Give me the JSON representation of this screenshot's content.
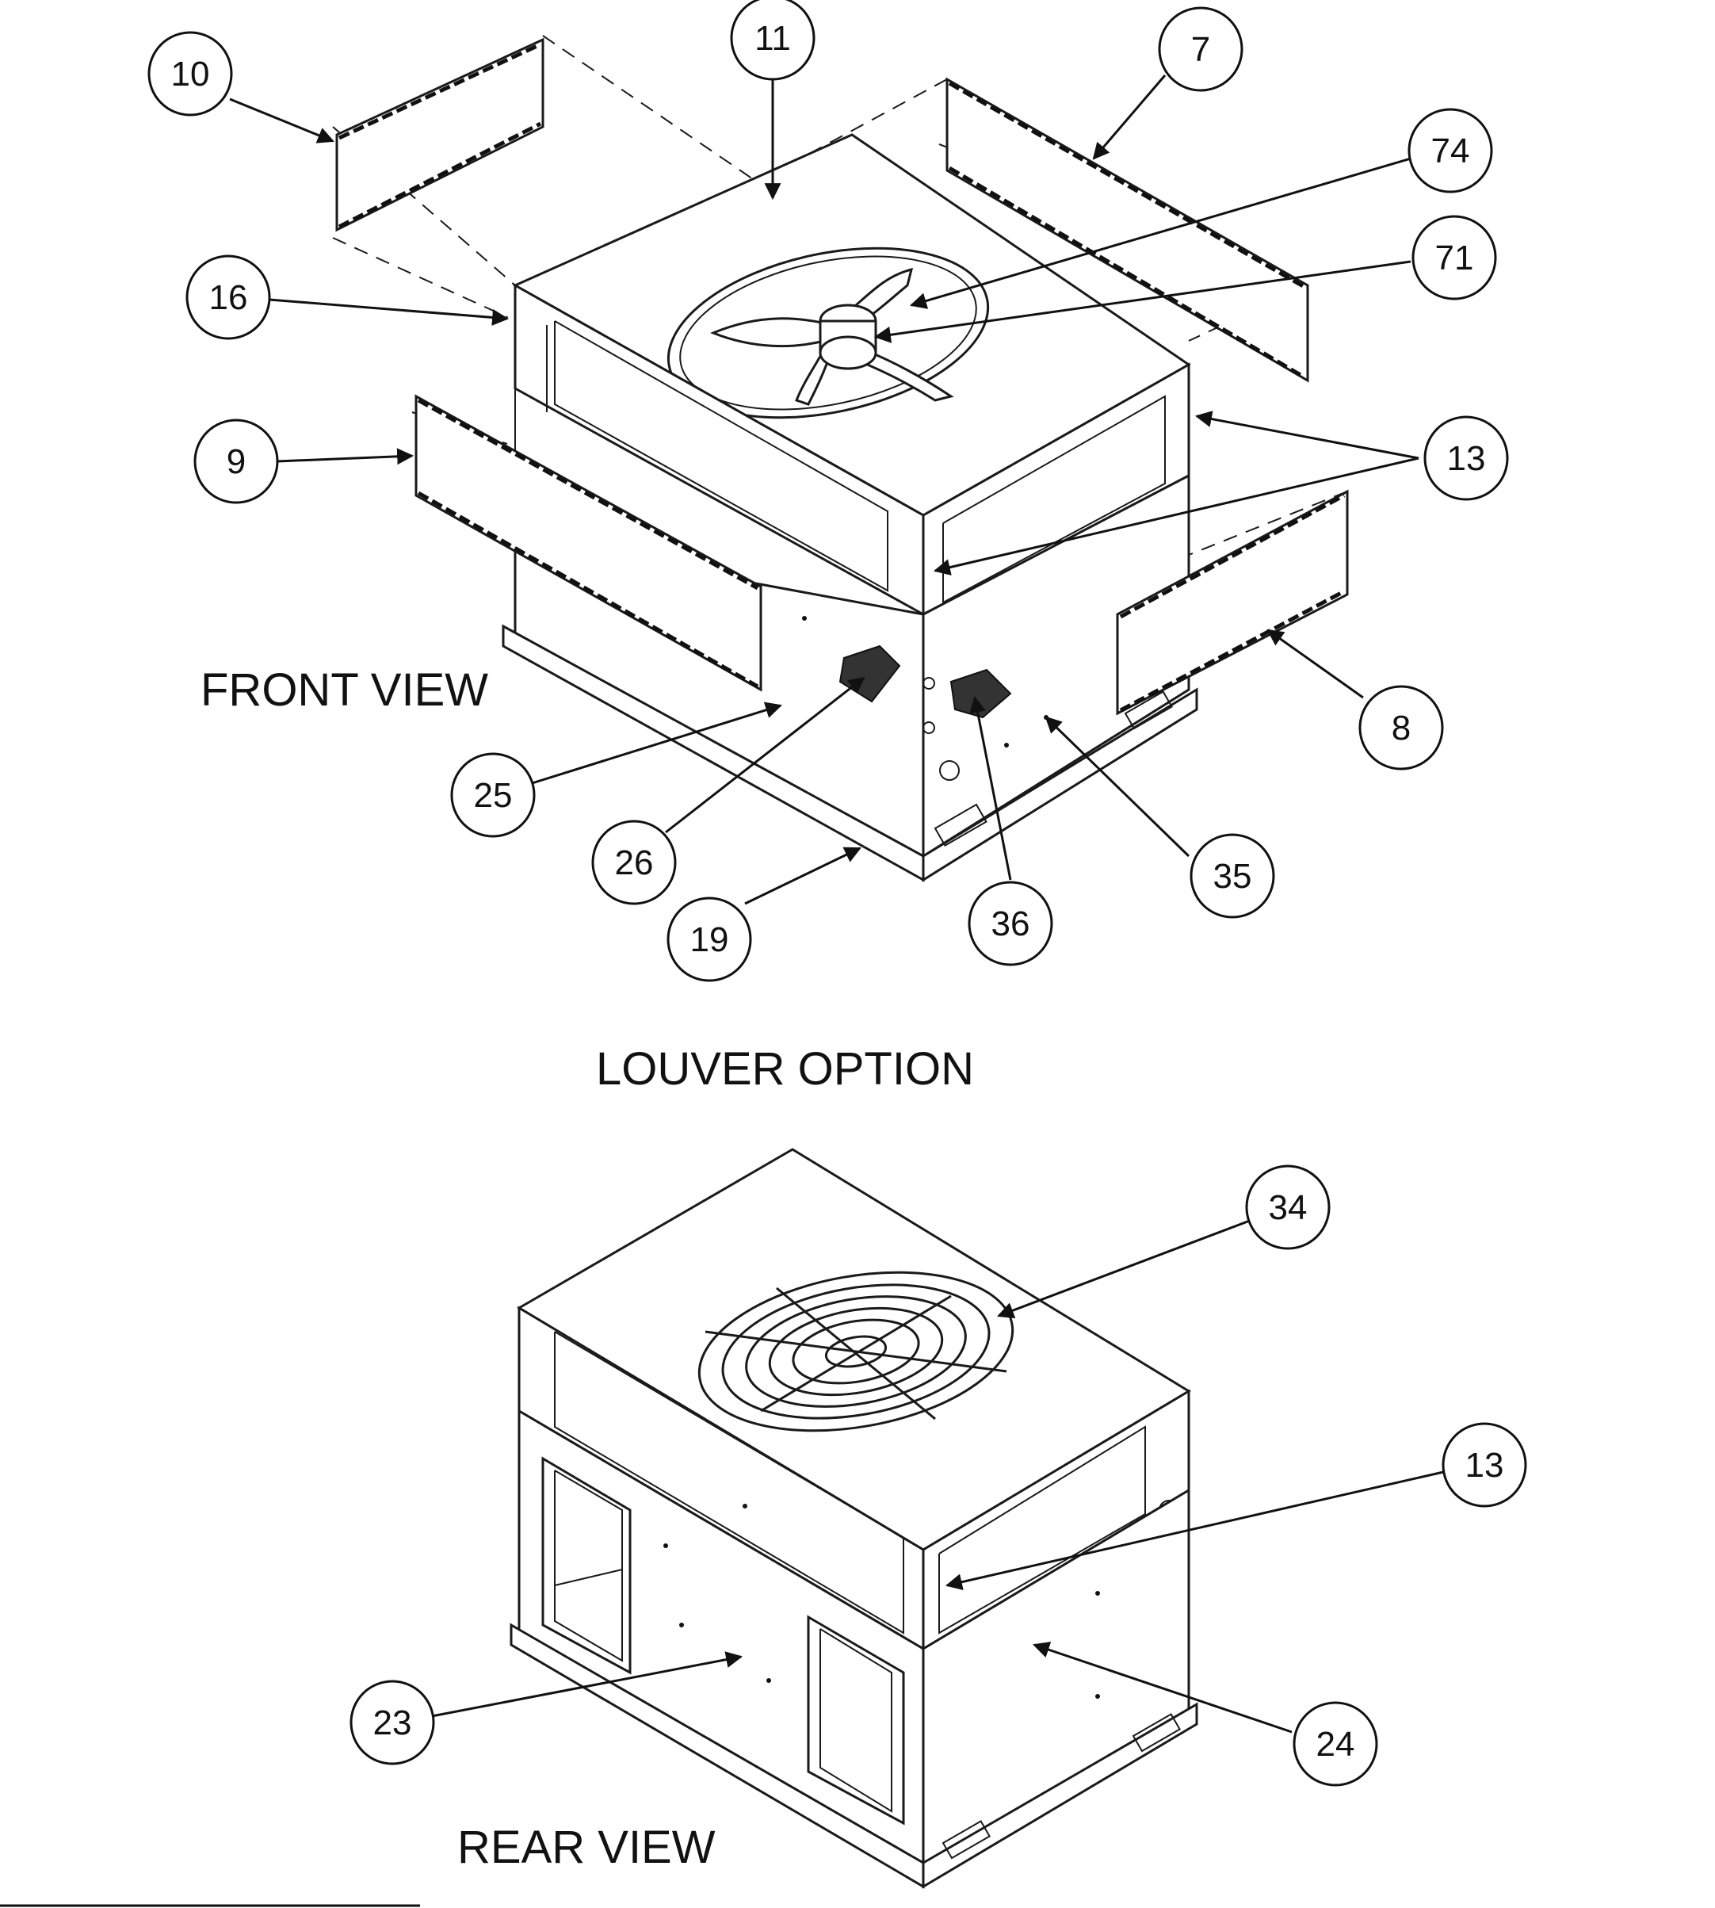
{
  "view_labels": {
    "front_view": "FRONT VIEW",
    "louver_option": "LOUVER OPTION",
    "rear_view": "REAR VIEW"
  },
  "callouts": {
    "c10": "10",
    "c11": "11",
    "c7": "7",
    "c74": "74",
    "c71": "71",
    "c16": "16",
    "c9": "9",
    "c13a": "13",
    "c8": "8",
    "c25": "25",
    "c26": "26",
    "c19": "19",
    "c36": "36",
    "c35": "35",
    "c34": "34",
    "c13b": "13",
    "c23": "23",
    "c24": "24"
  }
}
